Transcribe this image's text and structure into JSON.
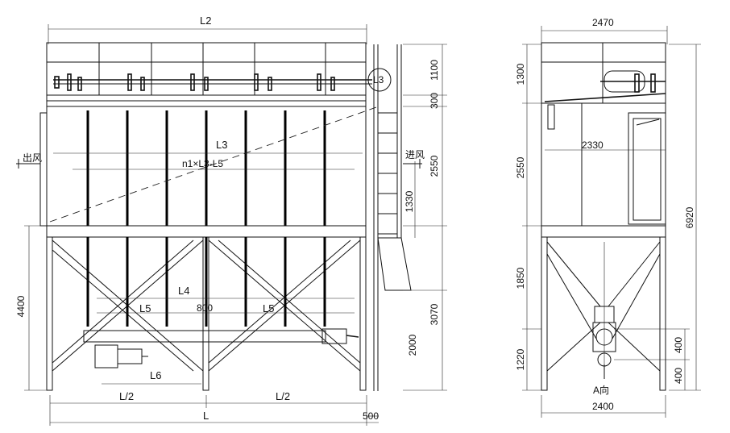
{
  "front_view": {
    "dim_L2": "L2",
    "dim_L3": "L3",
    "dim_formula": "n1×L3-L5",
    "dim_L4": "L4",
    "dim_L5_left": "L5",
    "dim_L5_right": "L5",
    "dim_800": "800",
    "dim_L6": "L6",
    "dim_half_left": "L/2",
    "dim_half_right": "L/2",
    "dim_L": "L",
    "dim_500": "500",
    "dim_4400": "4400",
    "dim_1100": "1100",
    "dim_300": "300",
    "dim_2550": "2550",
    "dim_1330": "1330",
    "dim_3070": "3070",
    "dim_2000": "2000",
    "outlet_label": "出风",
    "inlet_label": "进风"
  },
  "side_view": {
    "dim_2470": "2470",
    "dim_1300": "1300",
    "dim_2330": "2330",
    "dim_2550": "2550",
    "dim_1850": "1850",
    "dim_1220": "1220",
    "dim_6920": "6920",
    "dim_400_a": "400",
    "dim_400_b": "400",
    "dim_2400": "2400",
    "view_label": "A向"
  }
}
